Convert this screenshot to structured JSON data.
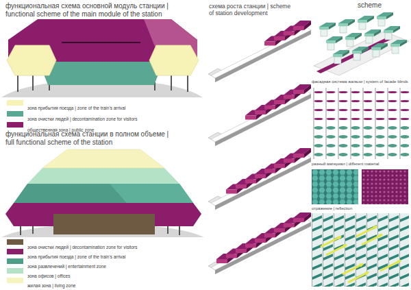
{
  "diagram": {
    "labels": [
      "функциональная схема основной модуль станции | functional scheme of the main module of the station",
      "функциональная схема станции в полном объеме | full functional scheme of the station",
      "схема роста станции | scheme of station development",
      "scheme",
      "фасадная система жалюзи | system of facade blinds",
      "разный материал | different material",
      "отражение | reflection"
    ],
    "legend": [
      {
        "text": "зона прибытия поезда | zone of the train's arrival",
        "color": "#f7f2b5"
      },
      {
        "text": "зона очистки людей | decontamination zone for visitors",
        "color": "#5aa893"
      },
      {
        "text": "общественная зона | public zone",
        "color": "#8c1d6b"
      },
      {
        "text": "зона очистки людей | decontamination zone for visitors",
        "color": "#6e5a43"
      },
      {
        "text": "зона прибытия поезда | zone of the train's arrival",
        "color": "#8c1d6b"
      },
      {
        "text": "зона развлечений | entertainment zone",
        "color": "#4f9d89"
      },
      {
        "text": "зона офисов | offices",
        "color": "#b3e2c6"
      },
      {
        "text": "жилая зона | living zone",
        "color": "#f7f3bf"
      }
    ]
  }
}
